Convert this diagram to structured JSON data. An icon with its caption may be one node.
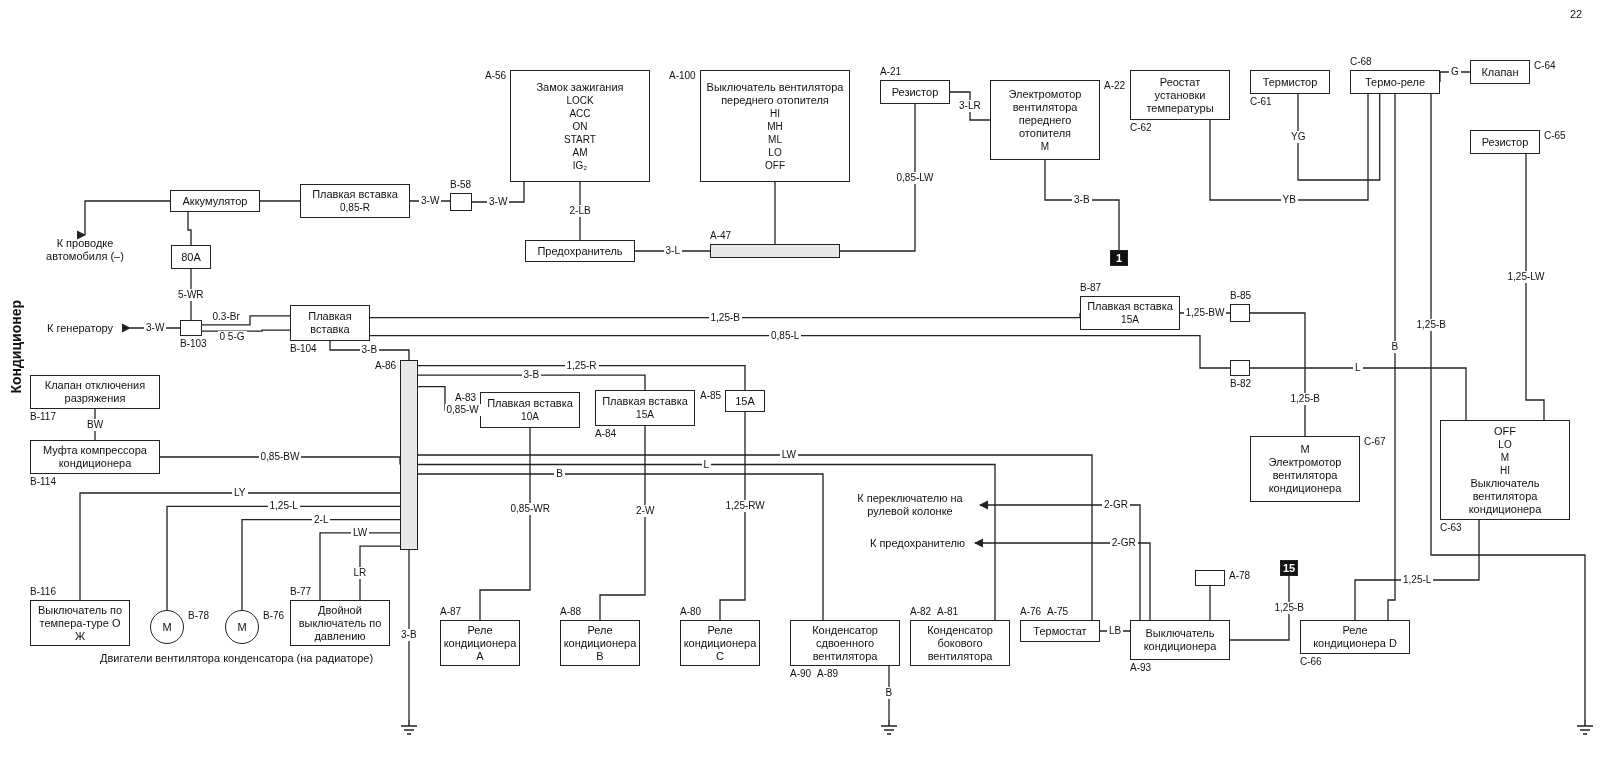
{
  "diagram": {
    "nodes": [
      {
        "text": [
          "Аккумулятор"
        ]
      },
      {
        "text": [
          "Плавкая вставка",
          "0,85-R"
        ]
      },
      {
        "text": [
          "80A"
        ]
      },
      {
        "text": [],
        "shape": "box",
        "beside": [
          "B-58"
        ]
      },
      {
        "text": [
          "Замок зажигания",
          "LOCK",
          "ACC",
          "ON",
          "START",
          "AM",
          "IG₂"
        ],
        "beside": [
          "A-56"
        ]
      },
      {
        "text": [
          "Предохранитель"
        ]
      },
      {
        "text": [],
        "shape": "box",
        "beside": [
          "B-103"
        ]
      },
      {
        "text": [
          "Плавкая вставка"
        ],
        "beside": [
          "B-104"
        ]
      },
      {
        "text": [
          "Клапан отключения разряжения"
        ],
        "beside": [
          "B-117"
        ]
      },
      {
        "text": [
          "Муфта компрессора кондиционера"
        ],
        "beside": [
          "B-114"
        ]
      },
      {
        "text": [],
        "shape": "bar",
        "beside": [
          "A-86"
        ]
      },
      {
        "text": [
          "Плавкая вставка",
          "10A"
        ],
        "beside": [
          "A-83"
        ]
      },
      {
        "text": [
          "Плавкая вставка",
          "15A"
        ],
        "beside": [
          "A-84"
        ]
      },
      {
        "text": [
          "15A"
        ],
        "beside": [
          "A-85"
        ]
      },
      {
        "text": [
          "Выключатель вентилятора переднего отопителя",
          "HI",
          "MH",
          "ML",
          "LO",
          "OFF"
        ],
        "beside": [
          "A-100"
        ]
      },
      {
        "text": [],
        "shape": "bar",
        "beside": [
          "A-47"
        ]
      },
      {
        "text": [
          "Резистор"
        ],
        "beside": [
          "A-21"
        ]
      },
      {
        "text": [
          "Электромотор вентилятора переднего отопителя",
          "M"
        ],
        "beside": [
          "A-22"
        ]
      },
      {
        "text": [
          "Реостат установки температуры"
        ],
        "beside": [
          "C-62"
        ]
      },
      {
        "text": [
          "Термистор"
        ],
        "beside": [
          "C-61"
        ]
      },
      {
        "text": [
          "Термо-реле"
        ],
        "beside": [
          "C-68"
        ]
      },
      {
        "text": [
          "Клапан"
        ],
        "beside": [
          "C-64"
        ]
      },
      {
        "text": [
          "Резистор"
        ],
        "beside": [
          "C-65"
        ]
      },
      {
        "text": [
          "Плавкая вставка",
          "15A"
        ],
        "beside": [
          "B-87"
        ]
      },
      {
        "text": [],
        "shape": "box",
        "beside": [
          "B-85"
        ]
      },
      {
        "text": [],
        "shape": "box",
        "beside": [
          "B-82"
        ]
      },
      {
        "text": [
          "M",
          "Электромотор вентилятора кондиционера"
        ],
        "beside": [
          "C-67"
        ]
      },
      {
        "text": [
          "OFF",
          "LO",
          "M",
          "HI",
          "Выключатель вентилятора кондиционера"
        ],
        "beside": [
          "C-63"
        ]
      },
      {
        "text": [
          "Реле кондиционера D"
        ],
        "beside": [
          "C-66"
        ]
      },
      {
        "text": [
          "Выключатель по темпера-туре О Ж"
        ],
        "beside": [
          "B-116"
        ]
      },
      {
        "text": [
          "M"
        ],
        "beside": [
          "B-78"
        ]
      },
      {
        "text": [
          "M"
        ],
        "beside": [
          "B-76"
        ]
      },
      {
        "text": [
          "Двойной выключатель по давлению"
        ],
        "beside": [
          "B-77"
        ]
      },
      {
        "text": [
          "Реле кондиционера A"
        ],
        "beside": [
          "A-87"
        ]
      },
      {
        "text": [
          "Реле кондиционера B"
        ],
        "beside": [
          "A-88"
        ]
      },
      {
        "text": [
          "Реле кондиционера C"
        ],
        "beside": [
          "A-80"
        ]
      },
      {
        "text": [
          "Конденсатор сдвоенного вентилятора"
        ],
        "beside": [
          "A-90",
          "A-89"
        ]
      },
      {
        "text": [
          "Конденсатор бокового вентилятора"
        ],
        "beside": [
          "A-82",
          "A-81"
        ]
      },
      {
        "text": [
          "Термостат"
        ],
        "beside": [
          "A-76",
          "A-75"
        ]
      },
      {
        "text": [
          "Выключатель кондиционера"
        ],
        "beside": [
          "A-93"
        ]
      },
      {
        "text": [],
        "shape": "box",
        "beside": [
          "A-78"
        ]
      },
      {
        "text": [
          "15"
        ]
      },
      {
        "text": [
          "1"
        ]
      },
      {
        "text": [
          "К проводке автомобиля (–)"
        ]
      },
      {
        "text": [
          "К генератору"
        ]
      },
      {
        "text": [
          "К переключателю на рулевой колонке"
        ]
      },
      {
        "text": [
          "К предохранителю"
        ]
      },
      {
        "text": [],
        "shape": "ground"
      },
      {
        "text": [],
        "shape": "ground"
      },
      {
        "text": [],
        "shape": "ground"
      }
    ],
    "edges": [
      {
        "from": 0,
        "to": 43,
        "arrow": "to"
      },
      {
        "from": 0,
        "to": 1,
        "arrow": "none"
      },
      {
        "from": 1,
        "to": 3,
        "arrow": "none",
        "label": "3-W"
      },
      {
        "from": 3,
        "to": 4,
        "arrow": "none",
        "label": "3-W"
      },
      {
        "from": 0,
        "to": 2,
        "arrow": "none"
      },
      {
        "from": 2,
        "to": 6,
        "arrow": "none",
        "label": "5-WR"
      },
      {
        "from": 6,
        "to": 44,
        "arrow": "to",
        "label": "3-W"
      },
      {
        "from": 6,
        "to": 7,
        "arrow": "none",
        "label": "0.3-Br"
      },
      {
        "from": 6,
        "to": 7,
        "arrow": "none",
        "label": "0 5-G"
      },
      {
        "from": 4,
        "to": 5,
        "arrow": "none",
        "label": "2-LB"
      },
      {
        "from": 5,
        "to": 15,
        "arrow": "none",
        "label": "3-L"
      },
      {
        "from": 7,
        "to": 23,
        "arrow": "none",
        "label": "1,25-B"
      },
      {
        "from": 7,
        "to": 10,
        "arrow": "none",
        "label": "3-B"
      },
      {
        "from": 10,
        "to": 11,
        "arrow": "none",
        "label": "0,85-W"
      },
      {
        "from": 10,
        "to": 12,
        "arrow": "none",
        "label": "3-B"
      },
      {
        "from": 10,
        "to": 13,
        "arrow": "none",
        "label": "1,25-R"
      },
      {
        "from": 8,
        "to": 9,
        "arrow": "none",
        "label": "BW"
      },
      {
        "from": 9,
        "to": 10,
        "arrow": "none",
        "label": "0,85-BW"
      },
      {
        "from": 10,
        "to": 29,
        "arrow": "none",
        "label": "LY"
      },
      {
        "from": 10,
        "to": 30,
        "arrow": "none",
        "label": "1,25-L"
      },
      {
        "from": 10,
        "to": 31,
        "arrow": "none",
        "label": "2-L"
      },
      {
        "from": 10,
        "to": 32,
        "arrow": "none",
        "label": "LW"
      },
      {
        "from": 10,
        "to": 32,
        "arrow": "none",
        "label": "LR"
      },
      {
        "from": 11,
        "to": 33,
        "arrow": "none",
        "label": "0,85-WR"
      },
      {
        "from": 12,
        "to": 34,
        "arrow": "none",
        "label": "2-W"
      },
      {
        "from": 13,
        "to": 35,
        "arrow": "none",
        "label": "1,25-RW"
      },
      {
        "from": 10,
        "to": 38,
        "arrow": "none",
        "label": "LW"
      },
      {
        "from": 10,
        "to": 36,
        "arrow": "none",
        "label": "B"
      },
      {
        "from": 10,
        "to": 37,
        "arrow": "none",
        "label": "L"
      },
      {
        "from": 14,
        "to": 15,
        "arrow": "none"
      },
      {
        "from": 15,
        "to": 16,
        "arrow": "none",
        "label": "0,85-LW"
      },
      {
        "from": 16,
        "to": 17,
        "arrow": "none",
        "label": "3-LR"
      },
      {
        "from": 17,
        "to": 42,
        "arrow": "none",
        "label": "3-B"
      },
      {
        "from": 39,
        "to": 40,
        "arrow": "none"
      },
      {
        "from": 39,
        "to": 41,
        "arrow": "none",
        "label": "1,25-B"
      },
      {
        "from": 39,
        "to": 45,
        "arrow": "to",
        "label": "2-GR"
      },
      {
        "from": 39,
        "to": 46,
        "arrow": "to",
        "label": "2-GR"
      },
      {
        "from": 18,
        "to": 20,
        "arrow": "none",
        "label": "YB"
      },
      {
        "from": 19,
        "to": 20,
        "arrow": "none",
        "label": "YG"
      },
      {
        "from": 21,
        "to": 20,
        "arrow": "none",
        "label": "G"
      },
      {
        "from": 23,
        "to": 24,
        "arrow": "none",
        "label": "1,25-BW"
      },
      {
        "from": 24,
        "to": 26,
        "arrow": "none",
        "label": "1,25-B"
      },
      {
        "from": 7,
        "to": 25,
        "arrow": "none",
        "label": "0,85-L"
      },
      {
        "from": 25,
        "to": 27,
        "arrow": "none",
        "label": "L"
      },
      {
        "from": 22,
        "to": 27,
        "arrow": "none",
        "label": "1,25-LW"
      },
      {
        "from": 27,
        "to": 28,
        "arrow": "none",
        "label": "1,25-L"
      },
      {
        "from": 20,
        "to": 28,
        "arrow": "none",
        "label": "B"
      },
      {
        "from": 20,
        "to": 49,
        "arrow": "none",
        "label": "1,25-B"
      },
      {
        "from": 10,
        "to": 47,
        "arrow": "none",
        "label": "3-B"
      },
      {
        "from": 36,
        "to": 48,
        "arrow": "none",
        "label": "B"
      },
      {
        "from": 38,
        "to": 39,
        "arrow": "none",
        "label": "LB"
      }
    ],
    "labels": [
      "Кондиционер",
      "22",
      "Двигатели вентилятора конденсатора (на радиаторе)"
    ]
  }
}
